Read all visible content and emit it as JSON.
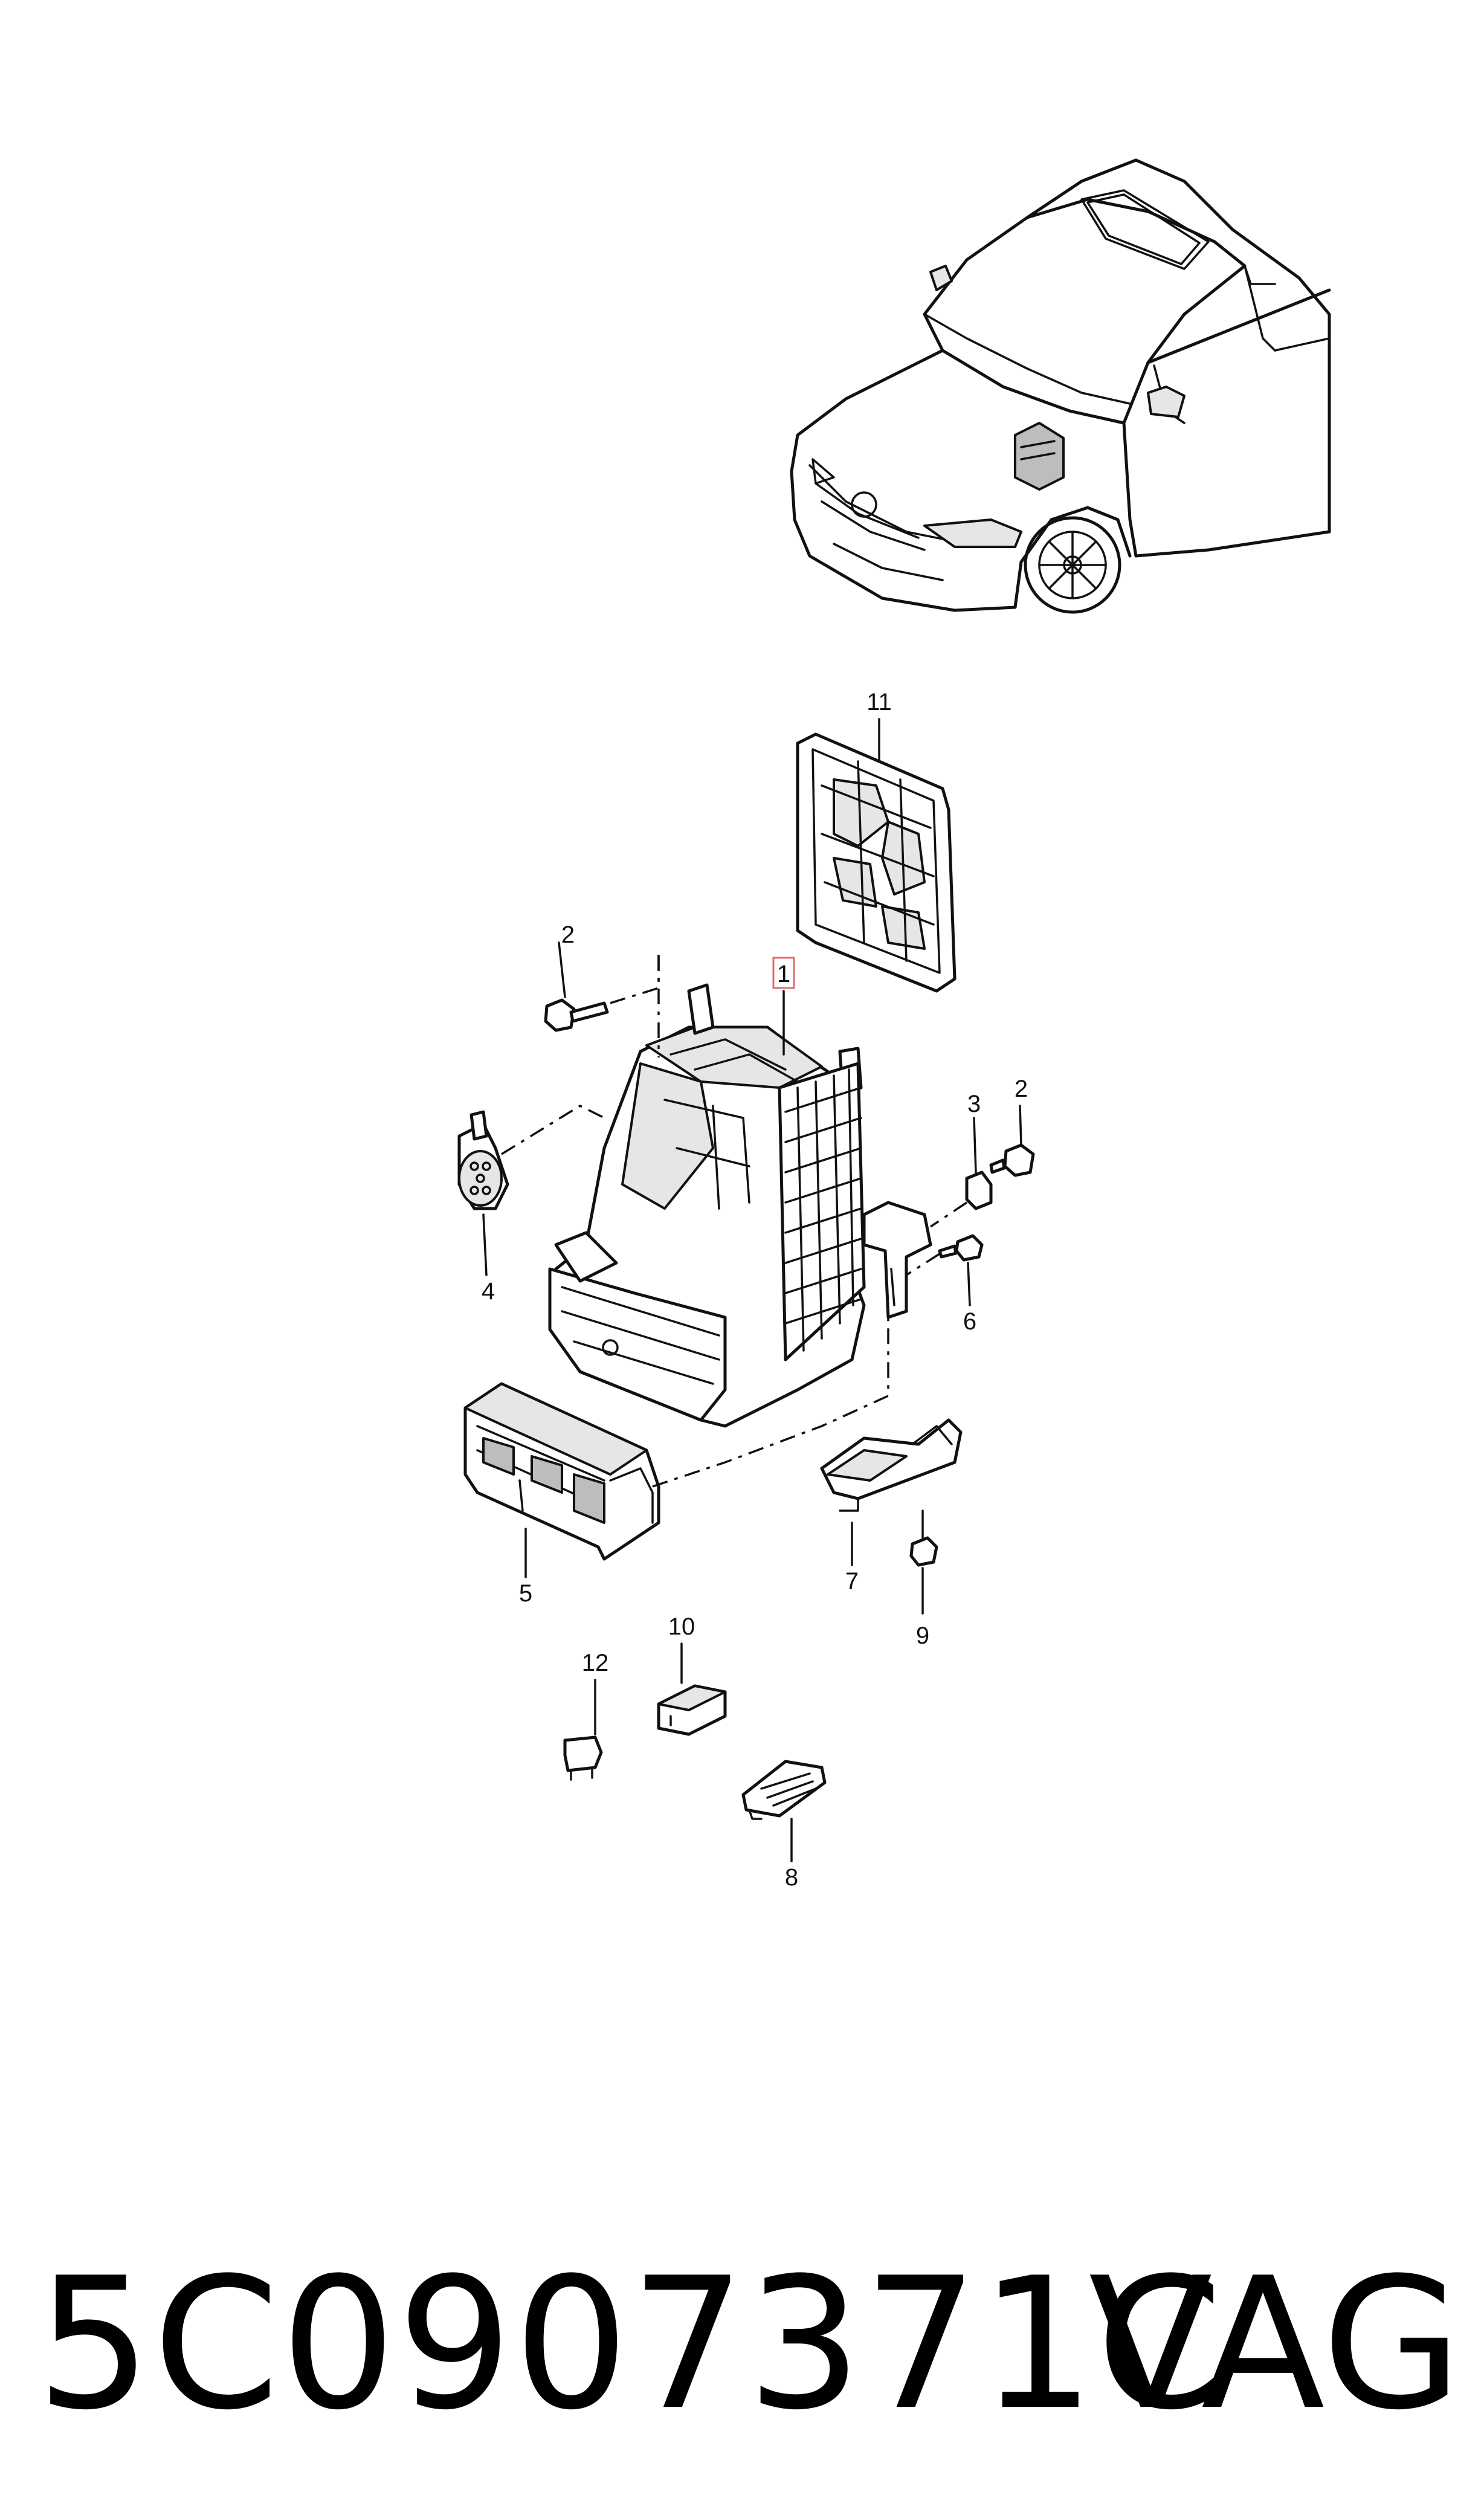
{
  "diagram": {
    "callouts": [
      {
        "id": "c1",
        "label": "1",
        "highlighted": true
      },
      {
        "id": "c2a",
        "label": "2",
        "highlighted": false
      },
      {
        "id": "c2b",
        "label": "2",
        "highlighted": false
      },
      {
        "id": "c3",
        "label": "3",
        "highlighted": false
      },
      {
        "id": "c4",
        "label": "4",
        "highlighted": false
      },
      {
        "id": "c5",
        "label": "5",
        "highlighted": false
      },
      {
        "id": "c6",
        "label": "6",
        "highlighted": false
      },
      {
        "id": "c7",
        "label": "7",
        "highlighted": false
      },
      {
        "id": "c8",
        "label": "8",
        "highlighted": false
      },
      {
        "id": "c9",
        "label": "9",
        "highlighted": false
      },
      {
        "id": "c10",
        "label": "10",
        "highlighted": false
      },
      {
        "id": "c11",
        "label": "11",
        "highlighted": false
      },
      {
        "id": "c12",
        "label": "12",
        "highlighted": false
      }
    ],
    "highlight_color": "#e06c6c"
  },
  "footer": {
    "part_number": "5C0907371C",
    "brand": "VAG"
  }
}
